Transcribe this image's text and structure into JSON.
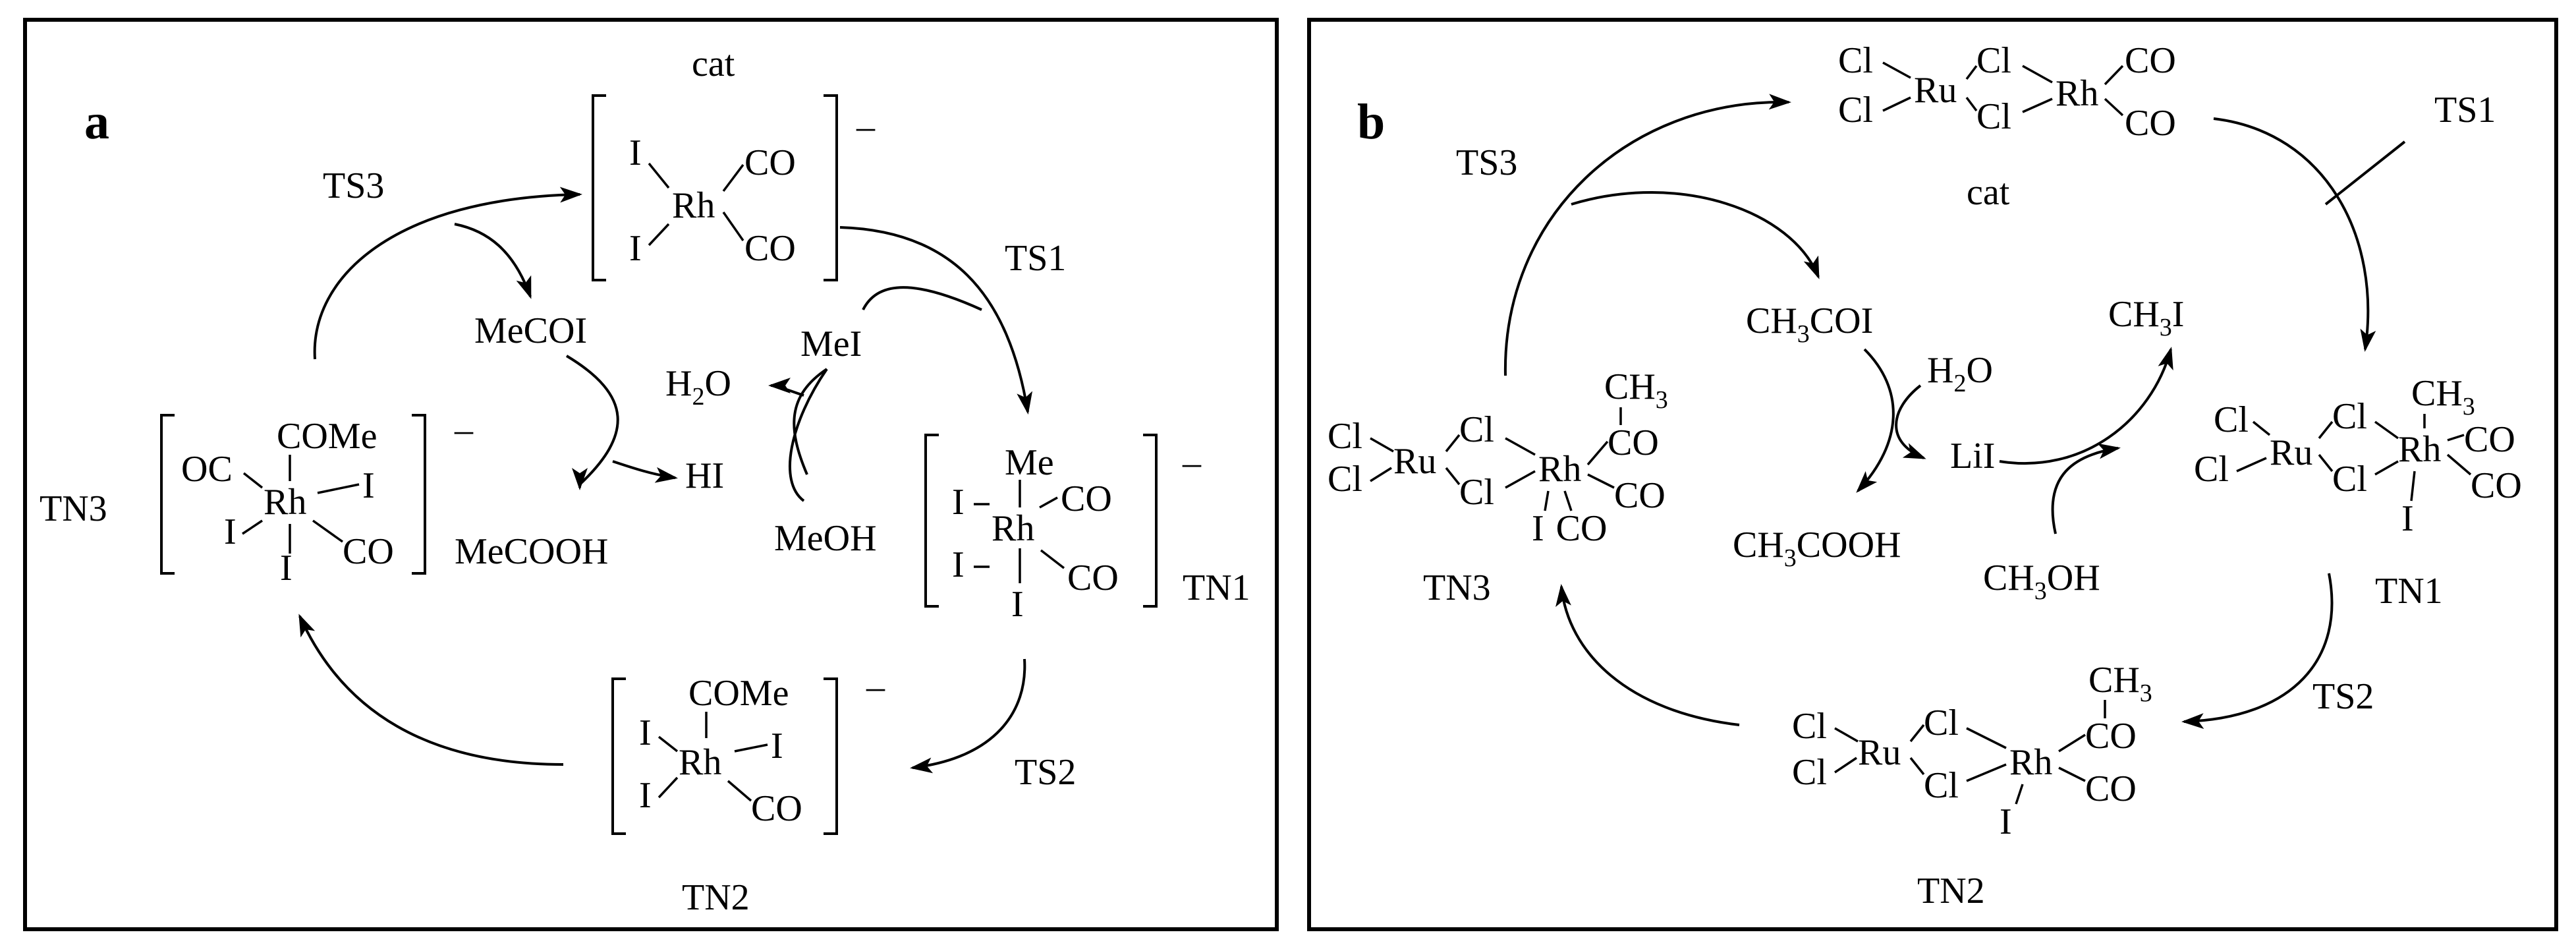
{
  "panel_a": {
    "letter": "a",
    "cat_label": "cat",
    "ts1": "TS1",
    "ts2": "TS2",
    "ts3": "TS3",
    "tn1": "TN1",
    "tn2": "TN2",
    "tn3": "TN3",
    "charge": "–",
    "cat": {
      "i_top": "I",
      "i_bot": "I",
      "rh": "Rh",
      "co_top": "CO",
      "co_bot": "CO"
    },
    "tn1_complex": {
      "me": "Me",
      "i_left": "I",
      "rh": "Rh",
      "co_top": "CO",
      "i_left2": "I",
      "co_bot": "CO",
      "i_bot": "I"
    },
    "tn2_complex": {
      "come": "COMe",
      "i_left": "I",
      "rh": "Rh",
      "i_right": "I",
      "i_left2": "I",
      "co": "CO"
    },
    "tn3_complex": {
      "come": "COMe",
      "oc": "OC",
      "rh": "Rh",
      "i_right": "I",
      "i_left": "I",
      "co": "CO",
      "i_bot": "I"
    },
    "species": {
      "mecoi": "MeCOI",
      "h2o_base": "H",
      "h2o_sub": "2",
      "h2o_tail": "O",
      "mei": "MeI",
      "hi": "HI",
      "mecooh": "MeCOOH",
      "meoh": "MeOH"
    }
  },
  "panel_b": {
    "letter": "b",
    "cat_label": "cat",
    "ts1": "TS1",
    "ts2": "TS2",
    "ts3": "TS3",
    "tn1": "TN1",
    "tn2": "TN2",
    "tn3": "TN3",
    "atoms": {
      "cl": "Cl",
      "ru": "Ru",
      "rh": "Rh",
      "co": "CO",
      "i": "I",
      "ch": "CH",
      "three": "3"
    },
    "species": {
      "ch3coi": {
        "a": "CH",
        "s": "3",
        "b": "COI"
      },
      "h2o": {
        "a": "H",
        "s": "2",
        "b": "O"
      },
      "ch3i": {
        "a": "CH",
        "s": "3",
        "b": "I"
      },
      "lii": "LiI",
      "ch3cooh": {
        "a": "CH",
        "s": "3",
        "b": "COOH"
      },
      "ch3oh": {
        "a": "CH",
        "s": "3",
        "b": "OH"
      }
    }
  }
}
